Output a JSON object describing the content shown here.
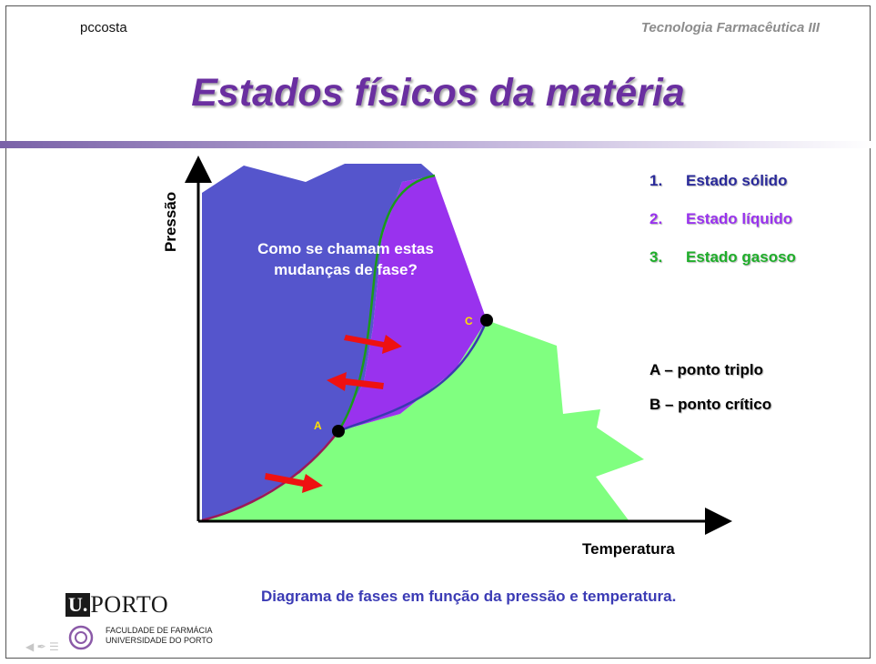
{
  "header": {
    "author": "pccosta",
    "course": "Tecnologia Farmacêutica III",
    "title": "Estados físicos da matéria"
  },
  "diagram": {
    "x_axis_label": "Temperatura",
    "y_axis_label": "Pressão",
    "question": "Como se chamam estas mudanças de fase?",
    "point_labels": {
      "A": "A",
      "C": "C"
    },
    "colors": {
      "solid": "#5555cc",
      "liquid": "#9932ee",
      "gas": "#80ff80",
      "fusion_curve": "#1a9a1a",
      "sublimation_curve": "#9a1a5a",
      "vaporization_curve": "#3a3ab0",
      "arrows": "#ee1111"
    }
  },
  "legend": {
    "items": [
      {
        "num": "1.",
        "label": "Estado sólido",
        "color": "#2a2a9a"
      },
      {
        "num": "2.",
        "label": "Estado líquido",
        "color": "#9932ee"
      },
      {
        "num": "3.",
        "label": "Estado gasoso",
        "color": "#1fae2a"
      }
    ],
    "point_a": "A – ponto triplo",
    "point_b": "B – ponto crítico"
  },
  "caption": "Diagrama de fases em função da pressão e temperatura.",
  "logo": {
    "u": "U.",
    "porto": "PORTO",
    "line1": "FACULDADE DE FARMÁCIA",
    "line2": "UNIVERSIDADE DO PORTO"
  }
}
